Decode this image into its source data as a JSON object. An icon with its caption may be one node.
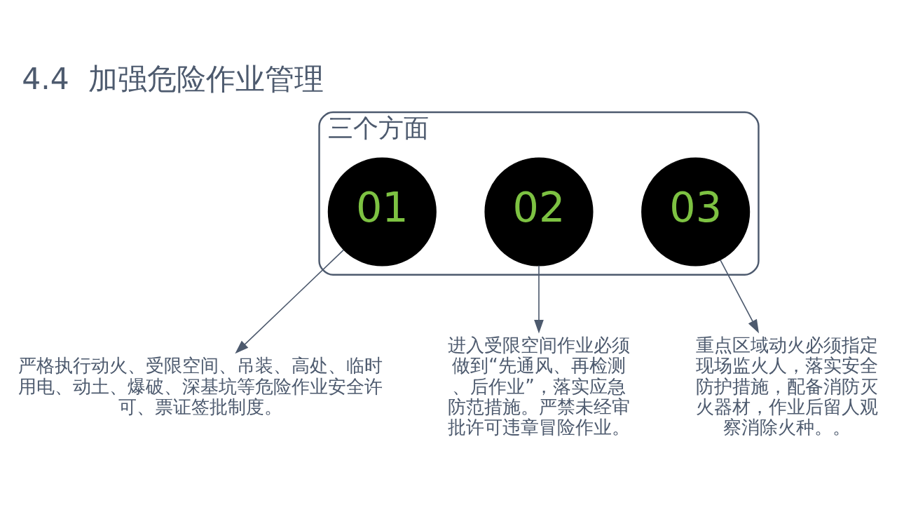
{
  "diagram": {
    "title": "4.4  加强危险作业管理",
    "nodes": [
      {
        "text": [
          "三个方面"
        ]
      },
      {
        "text": [
          "01"
        ],
        "in": 0
      },
      {
        "text": [
          "02"
        ],
        "in": 0
      },
      {
        "text": [
          "03"
        ],
        "in": 0
      },
      {
        "text": [
          "严格执行动火、受限空间、吊装、高处、临时用电、动土、爆破、深基坑等危险作业安全许可、票证签批制度。"
        ]
      },
      {
        "text": [
          "进入受限空间作业必须做到“先通风、再检测、后作业”，落实应急防范措施。严禁未经审批许可违章冒险作业。"
        ]
      },
      {
        "text": [
          "重点区域动火必须指定现场监火人，落实安全防护措施，配备消防灭火器材，作业后留人观察消除火种。。"
        ]
      }
    ],
    "edges": [
      {
        "from": 1,
        "to": 4,
        "arrow": "to"
      },
      {
        "from": 2,
        "to": 5,
        "arrow": "to"
      },
      {
        "from": 3,
        "to": 6,
        "arrow": "to"
      }
    ]
  }
}
